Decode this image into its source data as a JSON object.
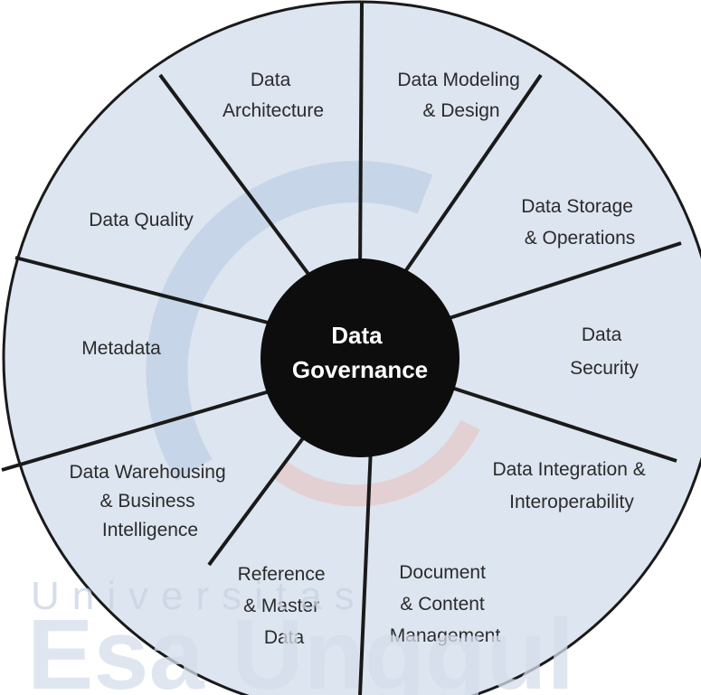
{
  "diagram": {
    "colors": {
      "segment_fill": "#dde5f0",
      "line": "#1a1a1a",
      "hub_fill": "#0d0d0d",
      "hub_text": "#ffffff",
      "watermark_arc_blue": "#b9c9e2",
      "watermark_arc_red": "#e7c3bf"
    },
    "hub": {
      "line1": "Data",
      "line2": "Governance"
    },
    "segments": [
      {
        "id": "data-architecture",
        "lines": [
          "Data",
          "Architecture"
        ]
      },
      {
        "id": "data-modeling-design",
        "lines": [
          "Data Modeling",
          "& Design"
        ]
      },
      {
        "id": "data-storage-operations",
        "lines": [
          "Data Storage",
          "& Operations"
        ]
      },
      {
        "id": "data-security",
        "lines": [
          "Data",
          "Security"
        ]
      },
      {
        "id": "data-integration-interoperability",
        "lines": [
          "Data Integration &",
          "Interoperability"
        ]
      },
      {
        "id": "document-content-management",
        "lines": [
          "Document",
          "& Content",
          "Management"
        ]
      },
      {
        "id": "reference-master-data",
        "lines": [
          "Reference",
          "& Master",
          "Data"
        ]
      },
      {
        "id": "data-warehousing-bi",
        "lines": [
          "Data Warehousing",
          "& Business",
          "Intelligence"
        ]
      },
      {
        "id": "metadata",
        "lines": [
          "Metadata"
        ]
      },
      {
        "id": "data-quality",
        "lines": [
          "Data Quality"
        ]
      }
    ],
    "watermark": {
      "small": "Universitas",
      "big": "Esa Unggul"
    }
  }
}
